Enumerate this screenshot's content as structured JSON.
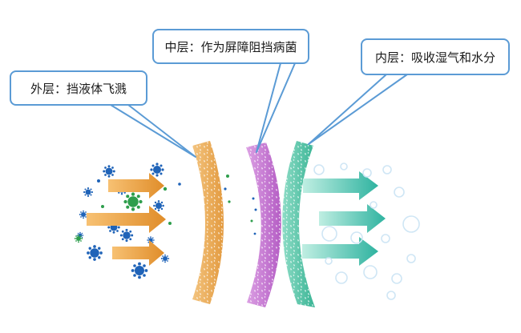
{
  "callouts": {
    "outer": "外层：挡液体飞溅",
    "middle": "中层：作为屏障阻挡病菌",
    "inner": "内层：吸收湿气和水分"
  },
  "colors": {
    "outer_layer": "#e8a24a",
    "middle_layer": "#c276cf",
    "inner_layer": "#4fc2a6",
    "incoming_arrow": "#f0a43c",
    "outgoing_arrow": "#3cbfae",
    "callout_border": "#5b9bd5",
    "germ_blue": "#1f63b8",
    "germ_green": "#2e9e4c",
    "bubble": "#cfe6f5"
  }
}
